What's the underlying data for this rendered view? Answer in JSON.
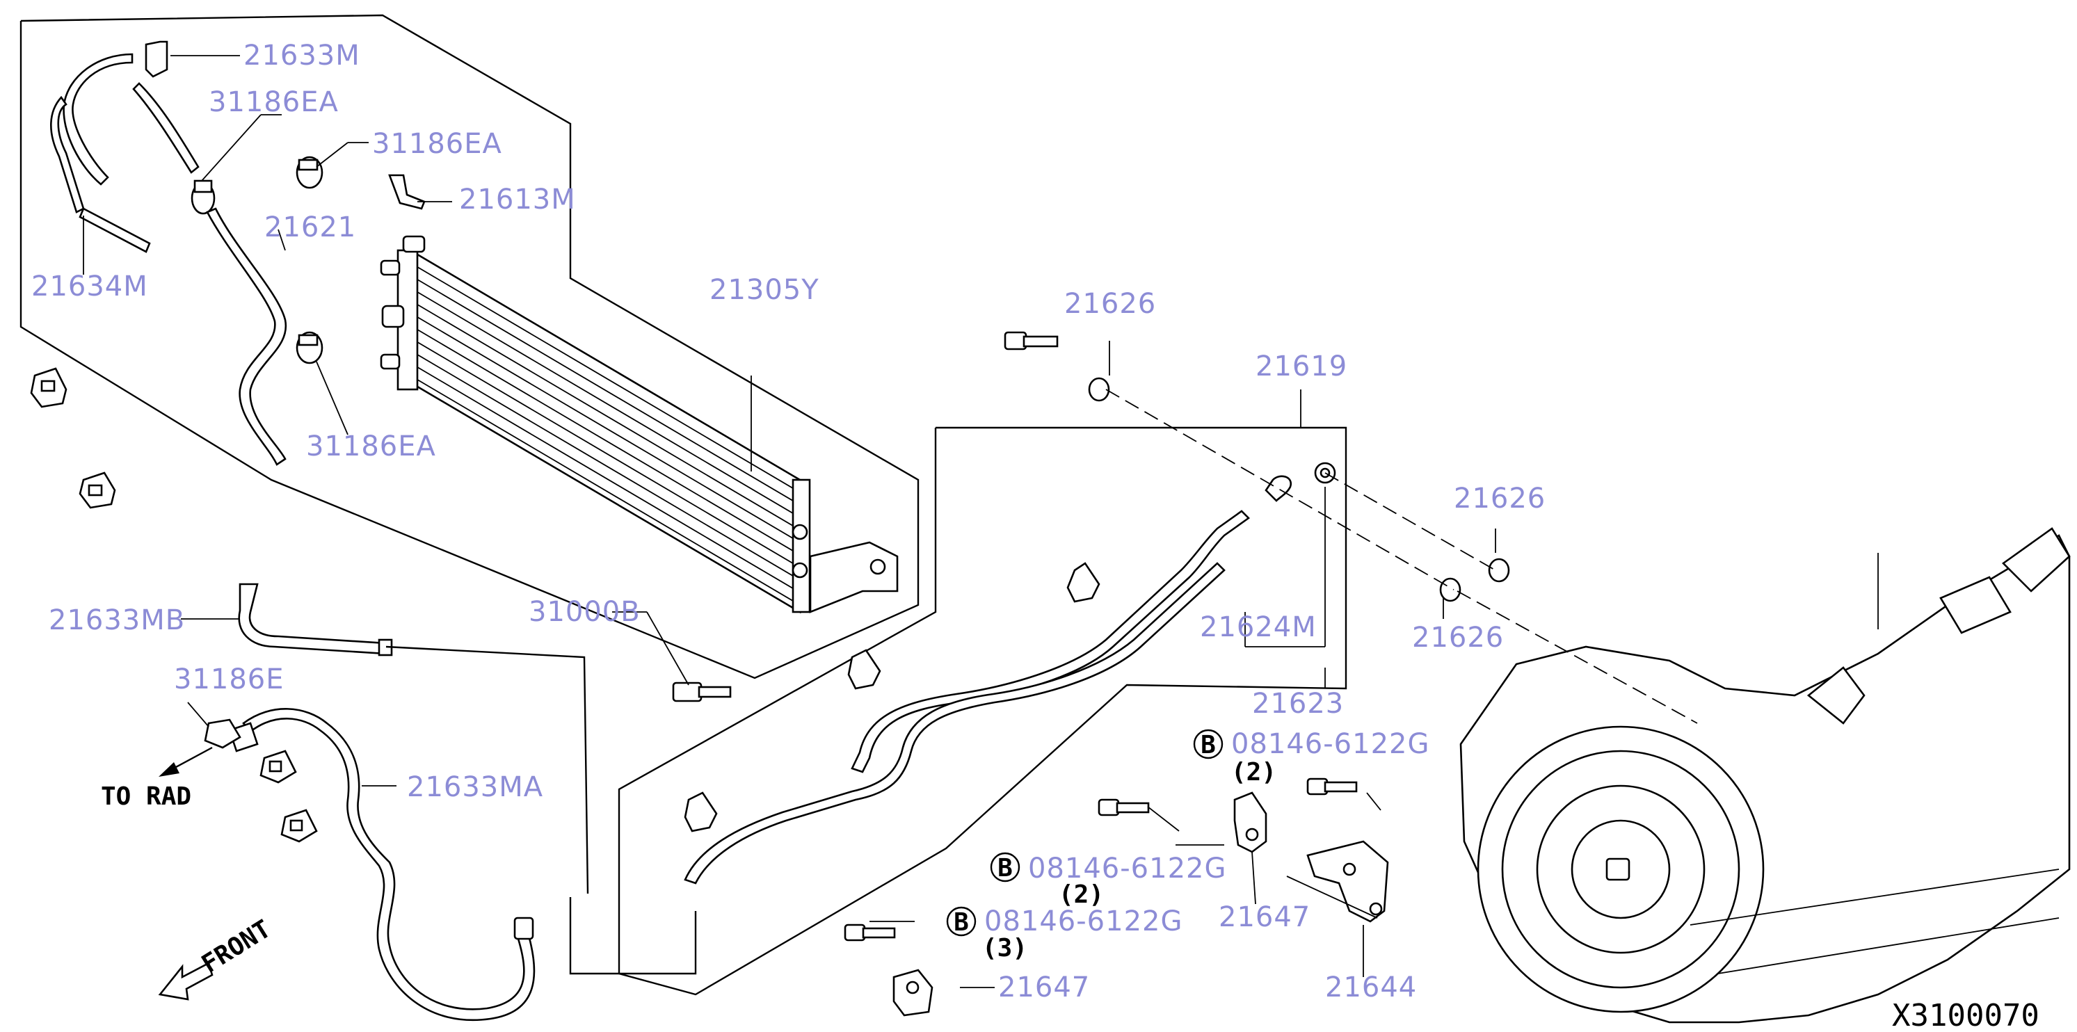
{
  "diagram": {
    "drawing_code": "X3100070",
    "to_rad_label": "TO RAD",
    "front_label": "FRONT",
    "b_marker": "B",
    "callouts": {
      "c21633M": "21633M",
      "c31186EA_1": "31186EA",
      "c31186EA_2": "31186EA",
      "c21613M": "21613M",
      "c21621": "21621",
      "c21634M": "21634M",
      "c21305Y": "21305Y",
      "c31186EA_3": "31186EA",
      "c21633MB": "21633MB",
      "c31000B": "31000B",
      "c31186E": "31186E",
      "c21633MA": "21633MA",
      "c21626_1": "21626",
      "c21619": "21619",
      "c21626_2": "21626",
      "c21626_3": "21626",
      "c21624M": "21624M",
      "c21623": "21623",
      "c08146_1": "08146-6122G",
      "c08146_1_qty": "(2)",
      "c08146_2": "08146-6122G",
      "c08146_2_qty": "(2)",
      "c08146_3": "08146-6122G",
      "c08146_3_qty": "(3)",
      "c21647_1": "21647",
      "c21647_2": "21647",
      "c21644": "21644"
    }
  }
}
